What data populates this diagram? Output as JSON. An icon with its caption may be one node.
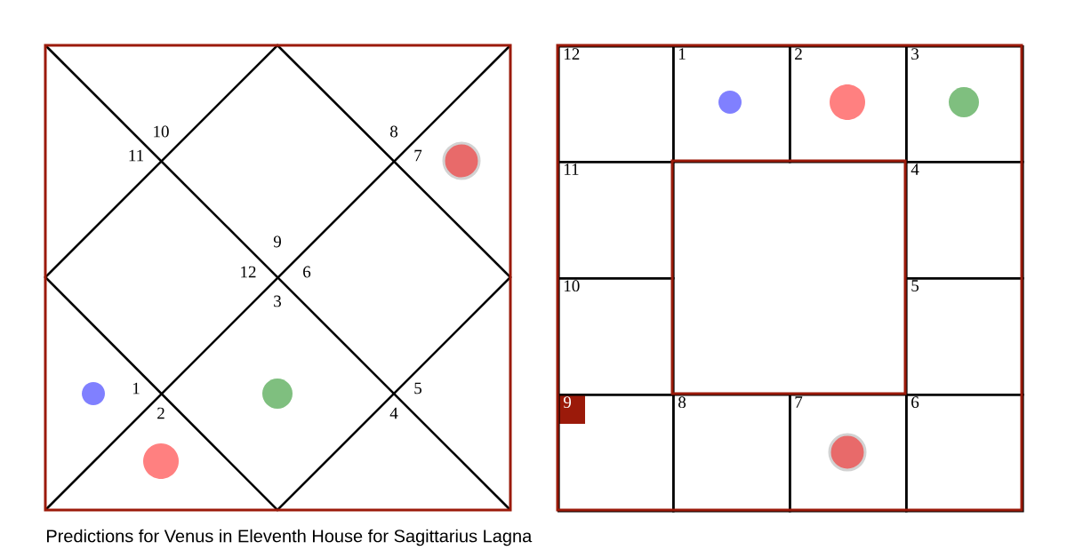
{
  "diagram": {
    "caption": "Predictions for Venus in Eleventh House for Sagittarius Lagna",
    "nodes": [
      {
        "text": [
          "12"
        ]
      },
      {
        "text": [
          "1"
        ]
      },
      {
        "text": [
          "2"
        ]
      },
      {
        "text": [
          "3"
        ]
      },
      {
        "text": [
          "11"
        ]
      },
      {
        "text": [
          "4"
        ]
      },
      {
        "text": [
          "10"
        ]
      },
      {
        "text": [
          "5"
        ]
      },
      {
        "text": [
          "9"
        ]
      },
      {
        "text": [
          "8"
        ]
      },
      {
        "text": [
          "7"
        ]
      },
      {
        "text": [
          "6"
        ]
      }
    ],
    "labels": [
      "10",
      "8",
      "11",
      "7",
      "9",
      "12",
      "6",
      "3",
      "1",
      "5",
      "2",
      "4"
    ]
  }
}
